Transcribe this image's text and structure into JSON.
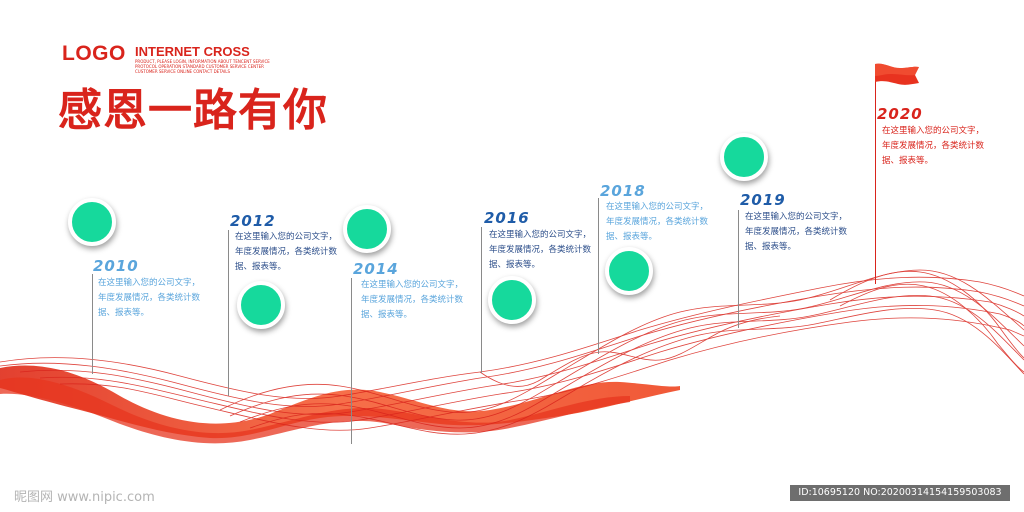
{
  "header": {
    "logo": "LOGO",
    "brand": "INTERNET CROSS",
    "tagline": "PRODUCT, PLEASE LOGIN, INFORMATION ABOUT TENCENT SERVICE PROTOCOL OPERATION STANDARD CUSTOMER SERVICE CENTER CUSTOMER SERVICE ONLINE CONTACT DETAILS",
    "title": "感恩一路有你"
  },
  "timeline": [
    {
      "year": "2010",
      "text": "在这里输入您的公司文字，年度发展情况，各类统计数据、报表等。"
    },
    {
      "year": "2012",
      "text": "在这里输入您的公司文字，年度发展情况，各类统计数据、报表等。"
    },
    {
      "year": "2014",
      "text": "在这里输入您的公司文字，年度发展情况，各类统计数据、报表等。"
    },
    {
      "year": "2016",
      "text": "在这里输入您的公司文字，年度发展情况，各类统计数据、报表等。"
    },
    {
      "year": "2018",
      "text": "在这里输入您的公司文字，年度发展情况，各类统计数据、报表等。"
    },
    {
      "year": "2019",
      "text": "在这里输入您的公司文字，年度发展情况，各类统计数据、报表等。"
    },
    {
      "year": "2020",
      "text": "在这里输入您的公司文字，年度发展情况，各类统计数据、报表等。"
    }
  ],
  "colors": {
    "accent_red": "#d9241c",
    "dot_green": "#16d99c",
    "year_blue": "#1f5ca8",
    "year_light_blue": "#5aa5dc",
    "ribbon": "#f2502a"
  },
  "watermark": {
    "left": "昵图网 www.nipic.com",
    "right": "ID:10695120 NO:20200314154159503083"
  }
}
